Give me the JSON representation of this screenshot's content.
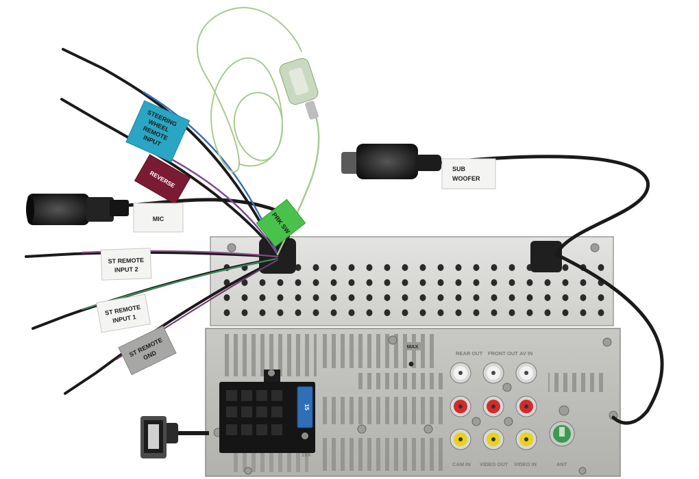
{
  "tags": {
    "steering": [
      "STEERING",
      "WHEEL",
      "REMOTE",
      "INPUT"
    ],
    "reverse": "REVERSE",
    "mic": "MIC",
    "prk_sw": "PRK SW",
    "subwoofer": [
      "SUB",
      "WOOFER"
    ],
    "st_remote_input2": [
      "ST REMOTE",
      "INPUT 2"
    ],
    "st_remote_input1": [
      "ST REMOTE",
      "INPUT 1"
    ],
    "st_remote_gnd": [
      "ST REMOTE",
      "GND"
    ]
  },
  "printed": {
    "rear_out": "REAR OUT",
    "front_out": "FRONT OUT",
    "av_in": "AV IN",
    "cam_in": "CAM IN",
    "video_out": "VIDEO OUT",
    "video_in": "VIDEO IN",
    "ant": "ANT",
    "fuse_rating": "15",
    "fuse_amp": "15A",
    "max": "MAX"
  },
  "colors": {
    "background": "#ffffff",
    "chassis_upper": "#d7d7d5",
    "chassis_lower": "#bdbdba",
    "wire_black": "#1a1a1a",
    "wire_green_fuse": "#a9c98f",
    "tag_blue": "#2aa6c4",
    "tag_maroon": "#7a1b33",
    "tag_green": "#49c24b",
    "tag_white": "#f4f4f2",
    "tag_gray": "#a7a7a5",
    "rca_white": "#f2f2f2",
    "rca_red": "#d42a2a",
    "rca_yellow": "#e8d21a",
    "ant_green": "#3b9b4c",
    "fuse_blue": "#2f6fb8"
  }
}
